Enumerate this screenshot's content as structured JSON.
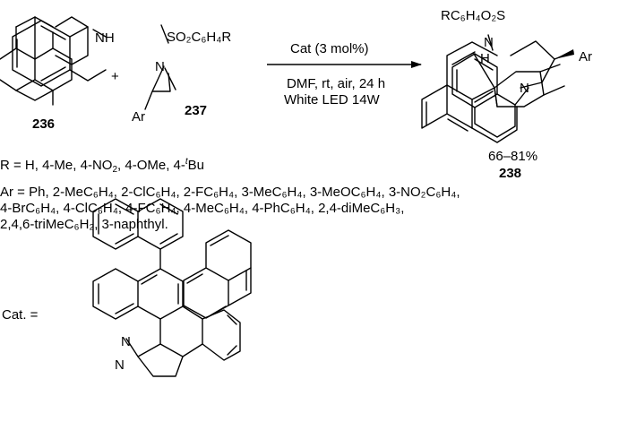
{
  "reactant1": {
    "label": "236",
    "nh": "NH"
  },
  "reactant2": {
    "label": "237",
    "substituent": "SO₂C₆H₄R",
    "n_atom": "N",
    "ar": "Ar"
  },
  "plus": "+",
  "arrow": {
    "above": "Cat (3 mol%)",
    "below_line1": "DMF, rt, air, 24 h",
    "below_line2": "White LED 14W"
  },
  "product": {
    "label": "238",
    "yield": "66–81%",
    "substituent": "RC₆H₄O₂S",
    "n1": "N",
    "n2": "N",
    "h": "H",
    "ar": "Ar"
  },
  "r_list": {
    "prefix": "R = H, 4-Me, 4-NO",
    "sub_2": "2",
    "mid": ", 4-OMe, 4-",
    "sup_t": "t",
    "suffix": "Bu"
  },
  "ar_list": {
    "line1": "Ar = Ph, 2-MeC₆H₄, 2-ClC₆H₄, 2-FC₆H₄, 3-MeC₆H₄, 3-MeOC₆H₄, 3-NO₂C₆H₄,",
    "line2": "4-BrC₆H₄, 4-ClC₆H₄, 4-FC₆H₄, 4-MeC₆H₄, 4-PhC₆H₄, 2,4-diMeC₆H₃,",
    "line3": "2,4,6-triMeC₆H₂, 3-naphthyl."
  },
  "catalyst": {
    "label": "Cat. =",
    "n1": "N",
    "n2": "N"
  }
}
